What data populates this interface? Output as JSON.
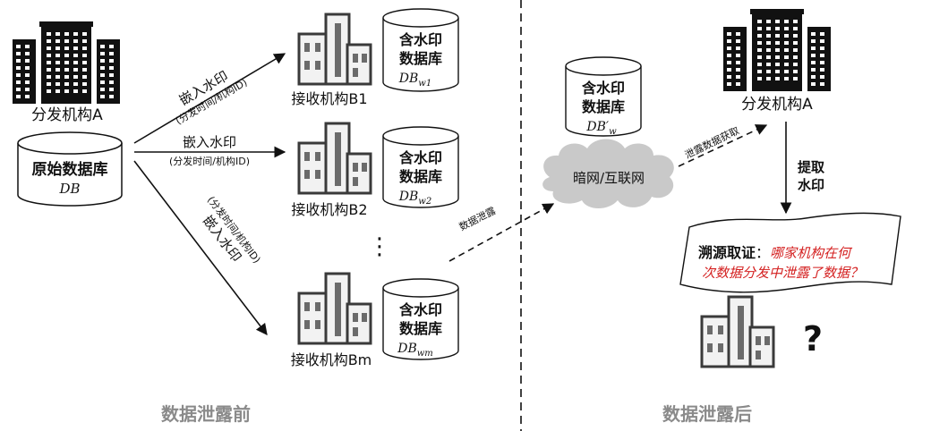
{
  "source": {
    "org_label": "分发机构A",
    "db_title": "原始数据库",
    "db_code": "DB"
  },
  "arrows": {
    "embed_label": "嵌入水印",
    "embed_sub": "(分发时间/机构ID)",
    "leak_label": "数据泄露",
    "obtain_label": "泄露数据获取",
    "extract_label_line1": "提取",
    "extract_label_line2": "水印"
  },
  "receivers": [
    {
      "label": "接收机构B1",
      "db_title_line1": "含水印",
      "db_title_line2": "数据库",
      "db_base": "DB",
      "db_sub": "w1"
    },
    {
      "label": "接收机构B2",
      "db_title_line1": "含水印",
      "db_title_line2": "数据库",
      "db_base": "DB",
      "db_sub": "w2"
    },
    {
      "label": "接收机构Bm",
      "db_title_line1": "含水印",
      "db_title_line2": "数据库",
      "db_base": "DB",
      "db_sub": "wm"
    }
  ],
  "ellipsis": "⋮",
  "leaked_db": {
    "title_line1": "含水印",
    "title_line2": "数据库",
    "code_base": "DB",
    "code_prime": "′",
    "code_sub": "w"
  },
  "cloud_label": "暗网/互联网",
  "dest_org_label": "分发机构A",
  "trace": {
    "label": "溯源取证",
    "colon": "：",
    "question_line1": "哪家机构在何",
    "question_line2": "次数据分发中泄露了数据？"
  },
  "unknown_mark": "?",
  "sections": {
    "before": "数据泄露前",
    "after": "数据泄露后"
  },
  "colors": {
    "building": "#111111",
    "building_outline": "#3a3a3a",
    "building_fill": "#f2f2f2",
    "cloud": "#c9c9c9",
    "accent_red": "#d42020",
    "section_gray": "#8a8a8a"
  }
}
